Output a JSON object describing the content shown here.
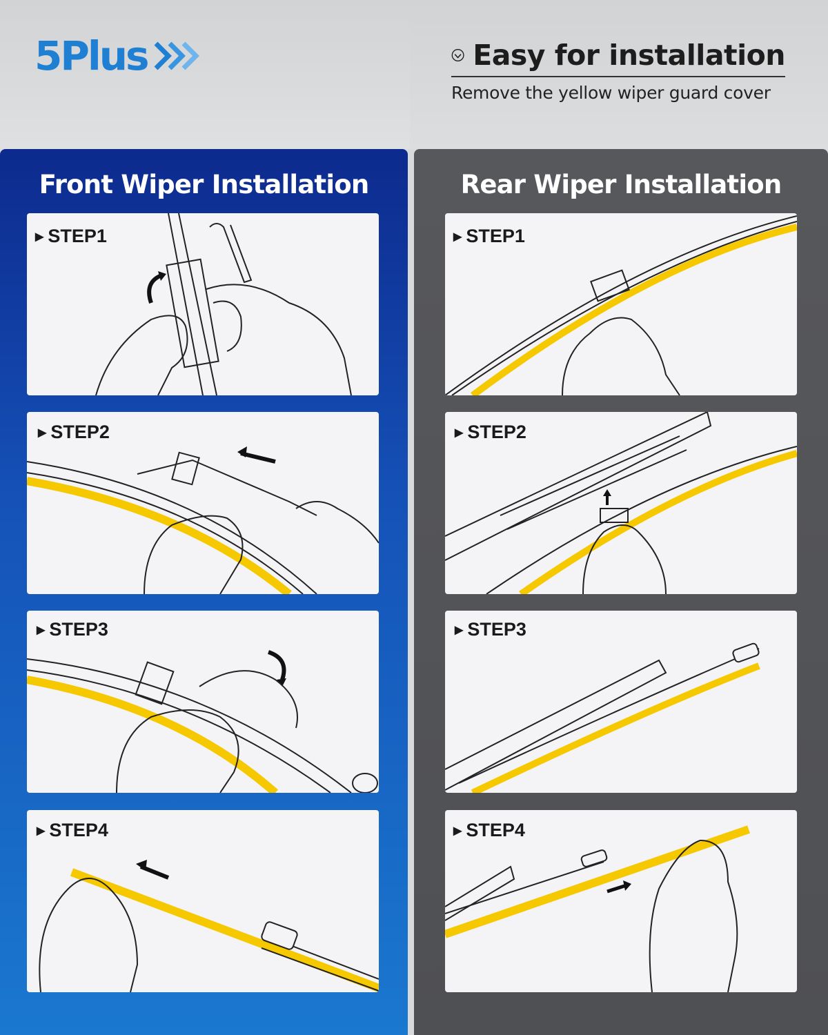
{
  "header": {
    "brand": "5Plus",
    "headline": "Easy for installation",
    "subheadline": "Remove the yellow wiper guard cover"
  },
  "front": {
    "title": "Front Wiper Installation",
    "steps": [
      {
        "label": "STEP1"
      },
      {
        "label": "STEP2"
      },
      {
        "label": "STEP3"
      },
      {
        "label": "STEP4"
      }
    ]
  },
  "rear": {
    "title": "Rear Wiper Installation",
    "steps": [
      {
        "label": "STEP1"
      },
      {
        "label": "STEP2"
      },
      {
        "label": "STEP3"
      },
      {
        "label": "STEP4"
      }
    ]
  },
  "colors": {
    "brand_blue": "#1f7fd3",
    "guard_yellow": "#f5c800",
    "front_panel": "#1552b8",
    "rear_panel": "#54555a"
  },
  "icons": {
    "headline": "check-circle-icon",
    "brand": "triple-chevron-right-icon",
    "step": "triangle-right-icon"
  }
}
